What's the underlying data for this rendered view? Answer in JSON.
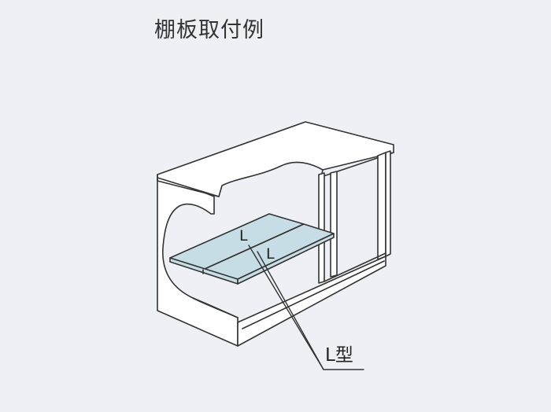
{
  "title": "棚板取付例",
  "shelf_labels": {
    "left": "L",
    "right": "L"
  },
  "callout": "L型",
  "colors": {
    "background": "#eef0f5",
    "cabinet_fill": "#ffffff",
    "cabinet_stroke": "#333333",
    "shelf_fill": "#c7dde6"
  }
}
